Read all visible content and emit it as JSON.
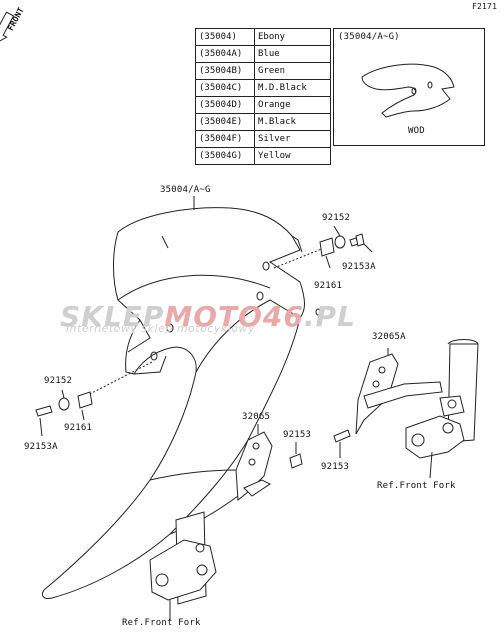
{
  "diagram_code": "F2171",
  "front_stamp": "FRONT",
  "color_table": [
    {
      "code": "(35004)",
      "color": "Ebony"
    },
    {
      "code": "(35004A)",
      "color": "Blue"
    },
    {
      "code": "(35004B)",
      "color": "Green"
    },
    {
      "code": "(35004C)",
      "color": "M.D.Black"
    },
    {
      "code": "(35004D)",
      "color": "Orange"
    },
    {
      "code": "(35004E)",
      "color": "M.Black"
    },
    {
      "code": "(35004F)",
      "color": "Silver"
    },
    {
      "code": "(35004G)",
      "color": "Yellow"
    }
  ],
  "inset": {
    "title": "(35004/A~G)",
    "caption": "WOD"
  },
  "watermark": {
    "brand_part1": "SKLEP",
    "brand_part2": "MOTO46",
    "brand_part3": ".PL",
    "tagline": "internetowy sklep motocyklowy"
  },
  "labels": {
    "fender": "35004/A~G",
    "collar_top": "92152",
    "bolt_top": "92153A",
    "damper_top": "92161",
    "collar_left": "92152",
    "damper_left": "92161",
    "bolt_left": "92153A",
    "bracket_right": "32065A",
    "bolt_right": "92153",
    "ref_fork_right": "Ref.Front Fork",
    "bracket_left": "32065",
    "bolt_center": "92153",
    "ref_fork_left": "Ref.Front Fork"
  },
  "colors": {
    "line": "#222222",
    "watermark_gray": "#c8c8c8",
    "watermark_red": "#e8a0a0"
  }
}
